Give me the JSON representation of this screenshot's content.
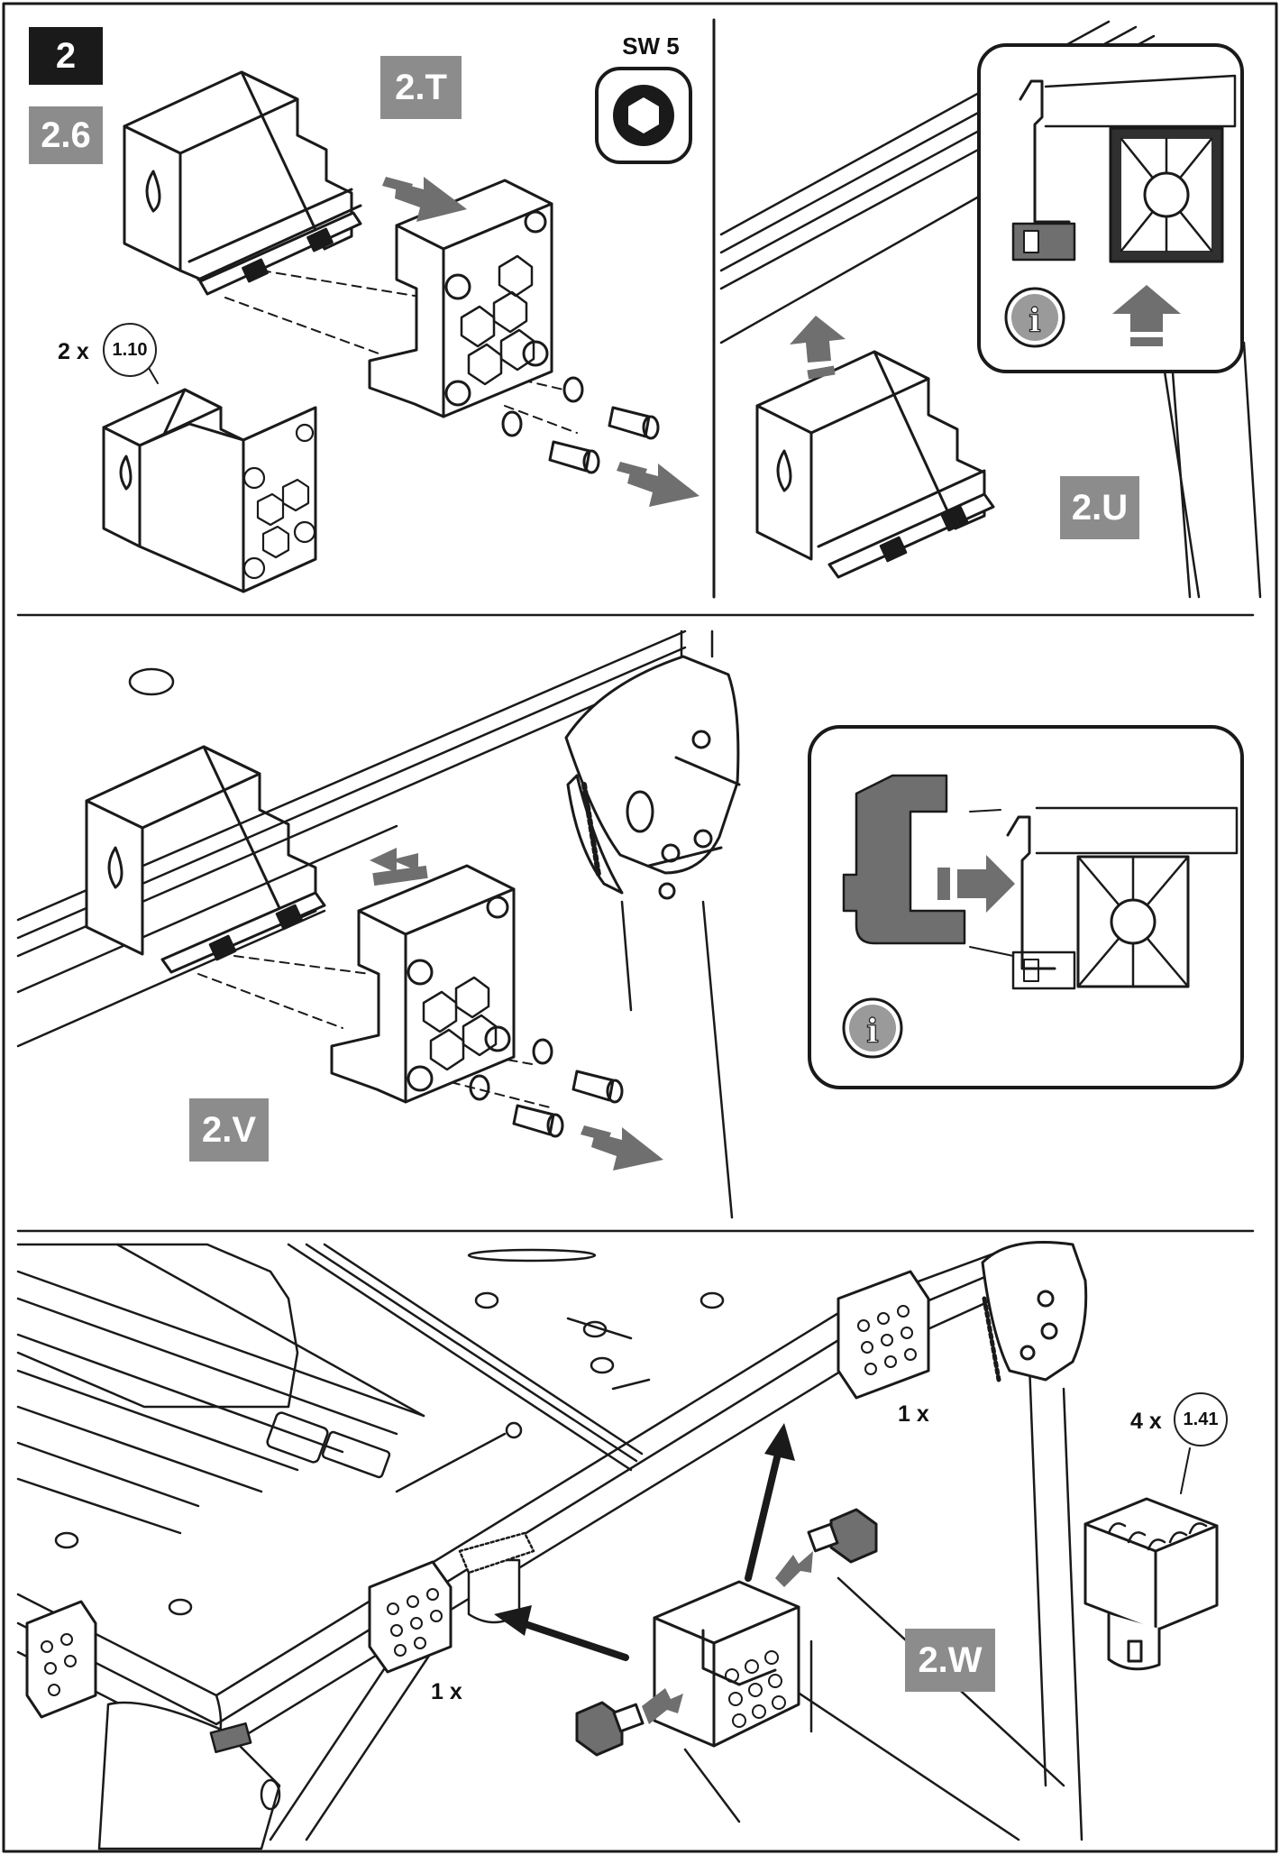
{
  "step": {
    "number": "2"
  },
  "sub_steps": {
    "s26": "2.6",
    "s2t": "2.T",
    "s2u": "2.U",
    "s2v": "2.V",
    "s2w": "2.W"
  },
  "tool": {
    "label": "SW 5",
    "icon": "hex-key-icon"
  },
  "parts": {
    "p110": {
      "qty": "2 x",
      "ref": "1.10"
    },
    "p141": {
      "qty": "4 x",
      "ref": "1.41"
    }
  },
  "counts": {
    "left": "1 x",
    "right": "1 x"
  },
  "colors": {
    "ink": "#1a1a1a",
    "label_gray": "#8c8c8c",
    "fill_gray": "#6f6f6f",
    "light_gray": "#9a9a9a"
  }
}
